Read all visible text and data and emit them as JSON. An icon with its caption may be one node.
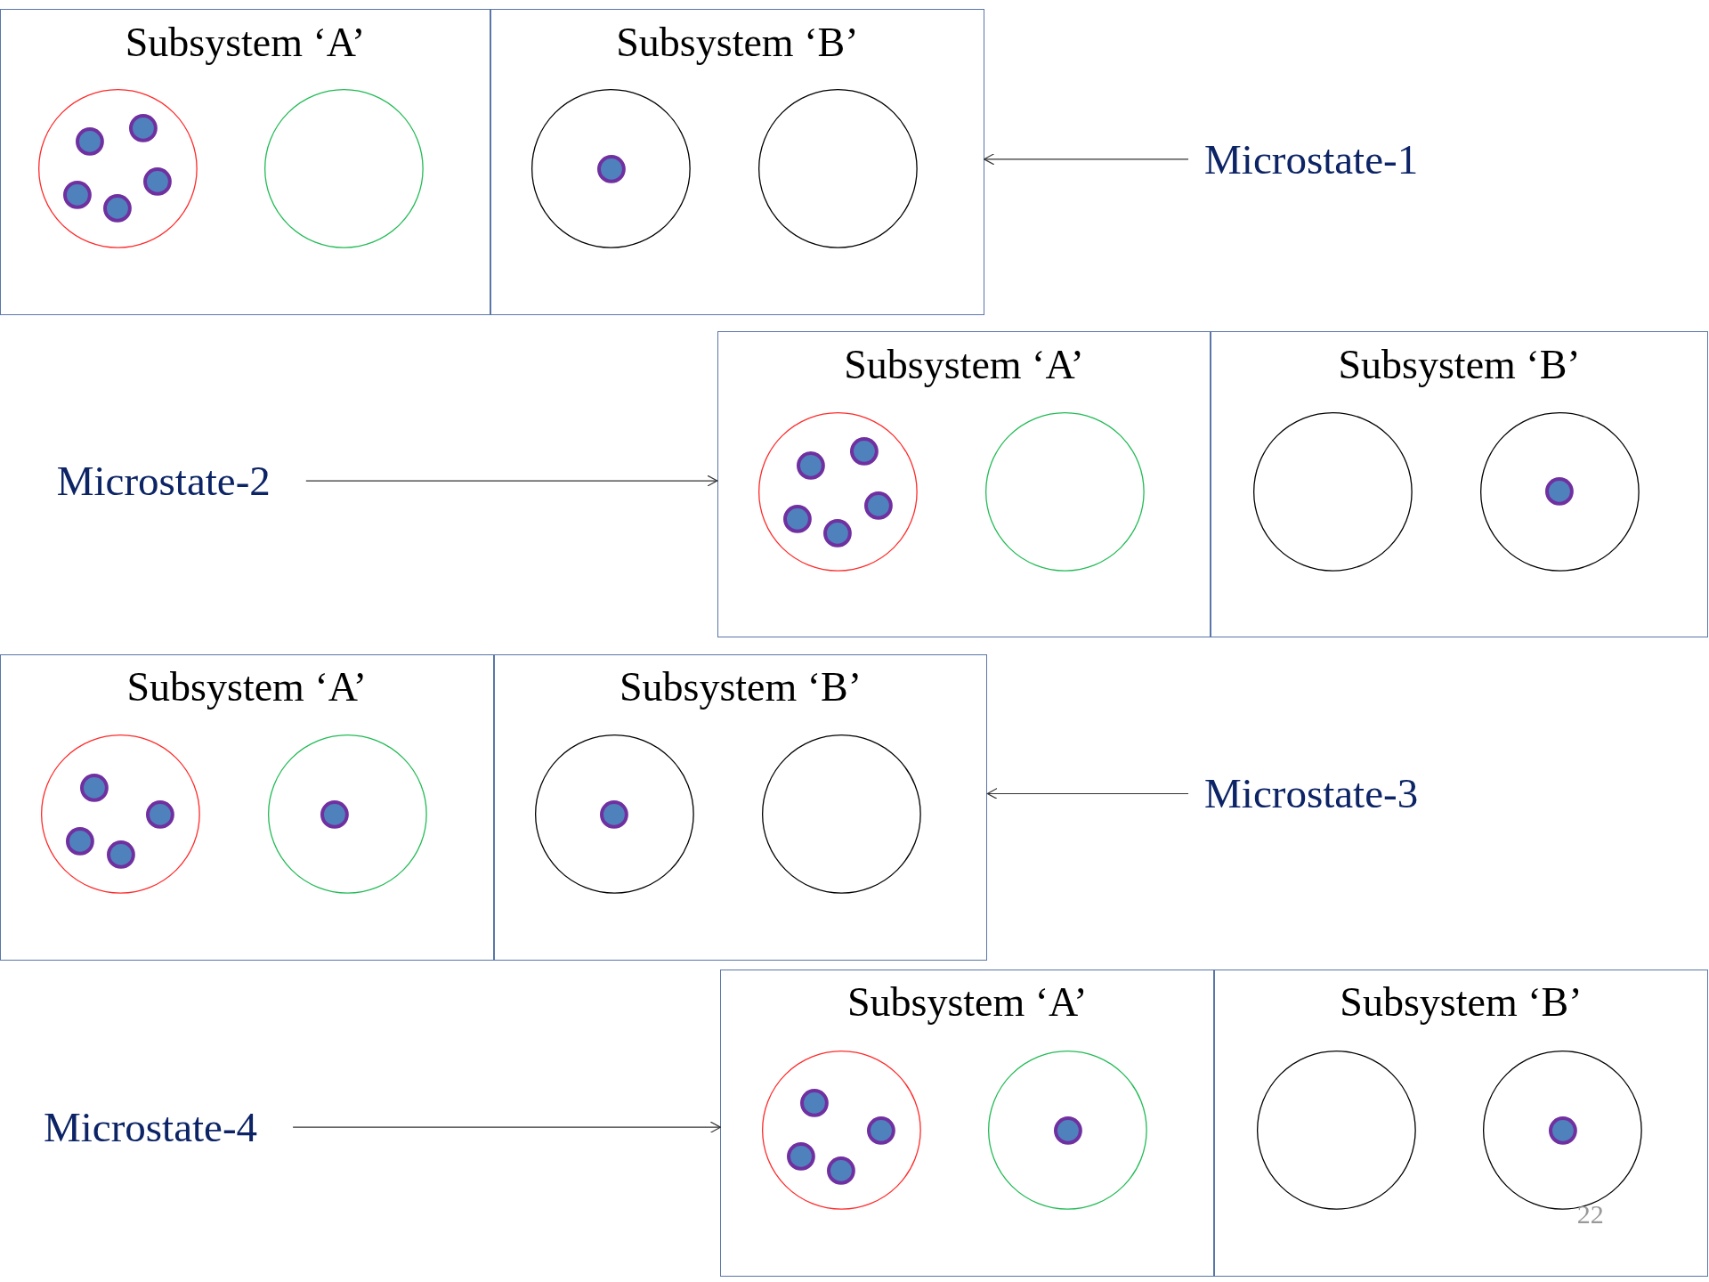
{
  "diagram": {
    "nodes": [
      {
        "text": [
          "Subsystem ‘A’"
        ]
      },
      {
        "text": [],
        "shape": "circle",
        "in": 0
      },
      {
        "text": [],
        "shape": "circle",
        "in": 1
      },
      {
        "text": [],
        "shape": "circle",
        "in": 1
      },
      {
        "text": [],
        "shape": "circle",
        "in": 1
      },
      {
        "text": [],
        "shape": "circle",
        "in": 1
      },
      {
        "text": [],
        "shape": "circle",
        "in": 1
      },
      {
        "text": [],
        "shape": "circle",
        "in": 0
      },
      {
        "text": [
          "Subsystem ‘B’"
        ]
      },
      {
        "text": [],
        "shape": "circle",
        "in": 8
      },
      {
        "text": [],
        "shape": "circle",
        "in": 9
      },
      {
        "text": [],
        "shape": "circle",
        "in": 8
      },
      {
        "text": [
          "Microstate-1"
        ]
      },
      {
        "text": [
          "Microstate-2"
        ]
      },
      {
        "text": [
          "Subsystem ‘A’"
        ]
      },
      {
        "text": [],
        "shape": "circle",
        "in": 14
      },
      {
        "text": [],
        "shape": "circle",
        "in": 15
      },
      {
        "text": [],
        "shape": "circle",
        "in": 15
      },
      {
        "text": [],
        "shape": "circle",
        "in": 15
      },
      {
        "text": [],
        "shape": "circle",
        "in": 15
      },
      {
        "text": [],
        "shape": "circle",
        "in": 15
      },
      {
        "text": [],
        "shape": "circle",
        "in": 14
      },
      {
        "text": [
          "Subsystem ‘B’"
        ]
      },
      {
        "text": [],
        "shape": "circle",
        "in": 22
      },
      {
        "text": [],
        "shape": "circle",
        "in": 22
      },
      {
        "text": [],
        "shape": "circle",
        "in": 24
      },
      {
        "text": [
          "Subsystem ‘A’"
        ]
      },
      {
        "text": [],
        "shape": "circle",
        "in": 26
      },
      {
        "text": [],
        "shape": "circle",
        "in": 27
      },
      {
        "text": [],
        "shape": "circle",
        "in": 27
      },
      {
        "text": [],
        "shape": "circle",
        "in": 27
      },
      {
        "text": [],
        "shape": "circle",
        "in": 27
      },
      {
        "text": [],
        "shape": "circle",
        "in": 26
      },
      {
        "text": [],
        "shape": "circle",
        "in": 32
      },
      {
        "text": [
          "Subsystem ‘B’"
        ]
      },
      {
        "text": [],
        "shape": "circle",
        "in": 34
      },
      {
        "text": [],
        "shape": "circle",
        "in": 35
      },
      {
        "text": [],
        "shape": "circle",
        "in": 34
      },
      {
        "text": [
          "Microstate-3"
        ]
      },
      {
        "text": [
          "Microstate-4"
        ]
      },
      {
        "text": [
          "Subsystem ‘A’"
        ]
      },
      {
        "text": [],
        "shape": "circle",
        "in": 40
      },
      {
        "text": [],
        "shape": "circle",
        "in": 41
      },
      {
        "text": [],
        "shape": "circle",
        "in": 41
      },
      {
        "text": [],
        "shape": "circle",
        "in": 41
      },
      {
        "text": [],
        "shape": "circle",
        "in": 41
      },
      {
        "text": [],
        "shape": "circle",
        "in": 40
      },
      {
        "text": [],
        "shape": "circle",
        "in": 46
      },
      {
        "text": [
          "Subsystem ‘B’"
        ]
      },
      {
        "text": [],
        "shape": "circle",
        "in": 48
      },
      {
        "text": [],
        "shape": "circle",
        "in": 48
      },
      {
        "text": [],
        "shape": "circle",
        "in": 50
      }
    ],
    "edges": [
      {
        "from": 12,
        "to": 8,
        "arrow": "to"
      },
      {
        "from": 13,
        "to": 14,
        "arrow": "to"
      },
      {
        "from": 38,
        "to": 34,
        "arrow": "to"
      },
      {
        "from": 39,
        "to": 40,
        "arrow": "to"
      }
    ],
    "labels": [
      "22"
    ]
  }
}
